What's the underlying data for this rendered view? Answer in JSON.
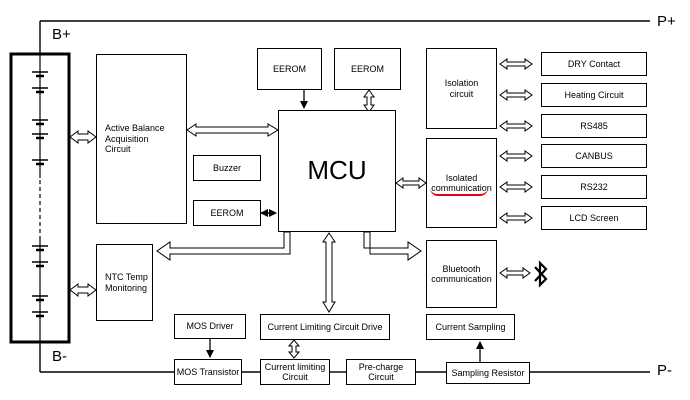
{
  "terminals": {
    "b_plus": "B+",
    "b_minus": "B-",
    "p_plus": "P+",
    "p_minus": "P-"
  },
  "blocks": {
    "active_balance": "Active Balance Acquisition Circuit",
    "ntc": "NTC Temp Monitoring",
    "eerom_top_1": "EEROM",
    "eerom_top_2": "EEROM",
    "mcu": "MCU",
    "buzzer": "Buzzer",
    "eerom_left": "EEROM",
    "isolation_circuit": "Isolation circuit",
    "isolated_comm": "Isolated communication",
    "bluetooth_comm": "Bluetooth communication",
    "dry_contact": "DRY Contact",
    "heating_circuit": "Heating Circuit",
    "rs485": "RS485",
    "canbus": "CANBUS",
    "rs232": "RS232",
    "lcd_screen": "LCD Screen",
    "mos_driver": "MOS Driver",
    "current_limiting_drive": "Current Limiting Circuit Drive",
    "current_sampling": "Current Sampling",
    "mos_transistor": "MOS Transistor",
    "current_limiting_circuit": "Current limiting Circuit",
    "pre_charge": "Pre-charge Circuit",
    "sampling_resistor": "Sampling Resistor"
  },
  "icons": {
    "bluetooth": "bluetooth-icon"
  },
  "colors": {
    "line": "#000000",
    "highlight_underline": "#e2001a"
  }
}
